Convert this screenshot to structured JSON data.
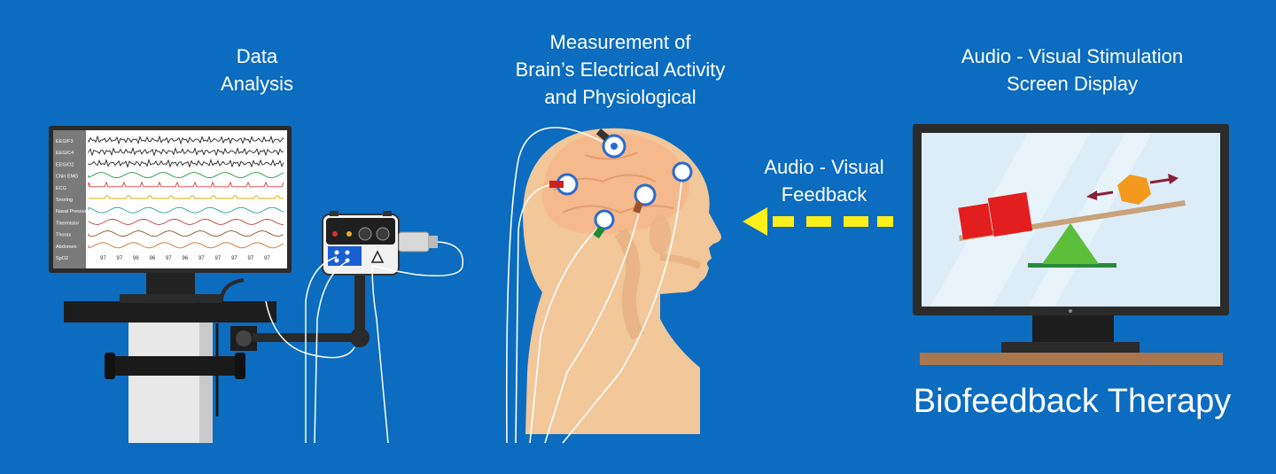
{
  "labels": {
    "data_analysis": "Data\nAnalysis",
    "measurement": "Measurement of\nBrain’s Electrical Activity\nand Physiological",
    "av_stimulation": "Audio - Visual Stimulation\nScreen Display",
    "av_feedback": "Audio - Visual\nFeedback",
    "title": "Biofeedback Therapy"
  },
  "monitor_channels": [
    "EEG/F3",
    "EEG/C4",
    "EEG/O2",
    "Chin EMG",
    "ECG",
    "Snoring",
    "Nasal Pressure",
    "Thermistor",
    "Thorax",
    "Abdomen",
    "SpO2"
  ],
  "spo2_values": [
    "97",
    "97",
    "96",
    "96",
    "97",
    "96",
    "97",
    "97",
    "97",
    "97",
    "97"
  ],
  "colors": {
    "background": "#0b6cc0",
    "arrow": "#ffef1a",
    "skin": "#f2c79a",
    "monitor_frame": "#2b2b2b",
    "screen_bg": "#dcedf7"
  },
  "icons": [
    "eeg-monitor-icon",
    "amplifier-box-icon",
    "head-profile-icon",
    "electrode-icon",
    "seesaw-icon",
    "arrow-left-icon"
  ]
}
